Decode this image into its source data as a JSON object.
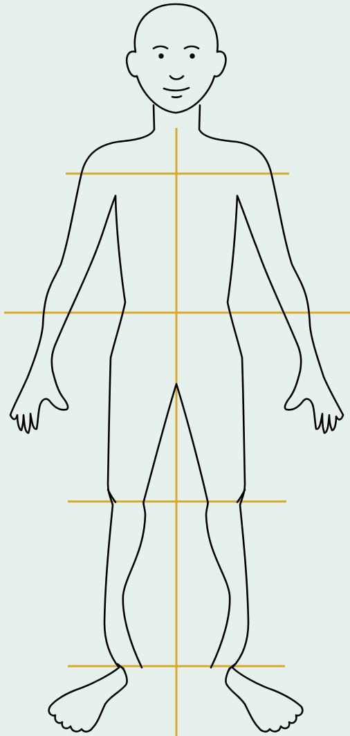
{
  "figure": {
    "subject": "human-body-outline-front-view",
    "background_color": "#e6f0ec",
    "guide_color": "#daa82a",
    "outline_color": "#000000",
    "guide_lines": [
      "shoulder-line",
      "hip-line",
      "knee-line",
      "ankle-line",
      "center-line"
    ]
  }
}
